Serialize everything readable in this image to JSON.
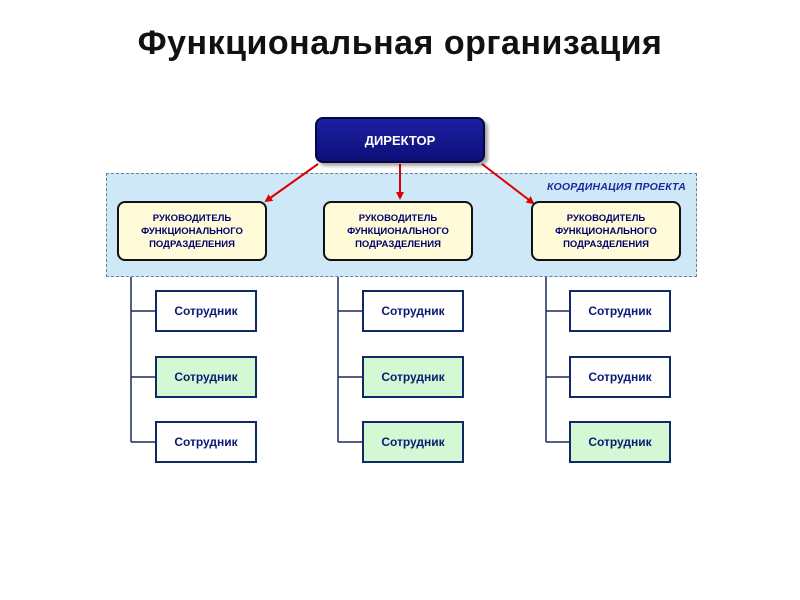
{
  "title": "Функциональная организация",
  "director": {
    "label": "ДИРЕКТОР"
  },
  "coordination": {
    "label": "КООРДИНАЦИЯ ПРОЕКТА"
  },
  "managers": [
    {
      "label": "РУКОВОДИТЕЛЬ\nФУНКЦИОНАЛЬНОГО\nПОДРАЗДЕЛЕНИЯ"
    },
    {
      "label": "РУКОВОДИТЕЛЬ\nФУНКЦИОНАЛЬНОГО\nПОДРАЗДЕЛЕНИЯ"
    },
    {
      "label": "РУКОВОДИТЕЛЬ\nФУНКЦИОНАЛЬНОГО\nПОДРАЗДЕЛЕНИЯ"
    }
  ],
  "employees": [
    [
      {
        "label": "Сотрудник",
        "highlighted": false
      },
      {
        "label": "Сотрудник",
        "highlighted": true
      },
      {
        "label": "Сотрудник",
        "highlighted": false
      }
    ],
    [
      {
        "label": "Сотрудник",
        "highlighted": false
      },
      {
        "label": "Сотрудник",
        "highlighted": true
      },
      {
        "label": "Сотрудник",
        "highlighted": true
      }
    ],
    [
      {
        "label": "Сотрудник",
        "highlighted": false
      },
      {
        "label": "Сотрудник",
        "highlighted": false
      },
      {
        "label": "Сотрудник",
        "highlighted": true
      }
    ]
  ],
  "colors": {
    "director_fill": "#1416a0",
    "manager_fill": "#fffbd9",
    "coordination_fill": "#cfe8f8",
    "highlight_fill": "#d4f8d4",
    "arrow": "#dd0000",
    "connector": "#1a2a5a"
  }
}
